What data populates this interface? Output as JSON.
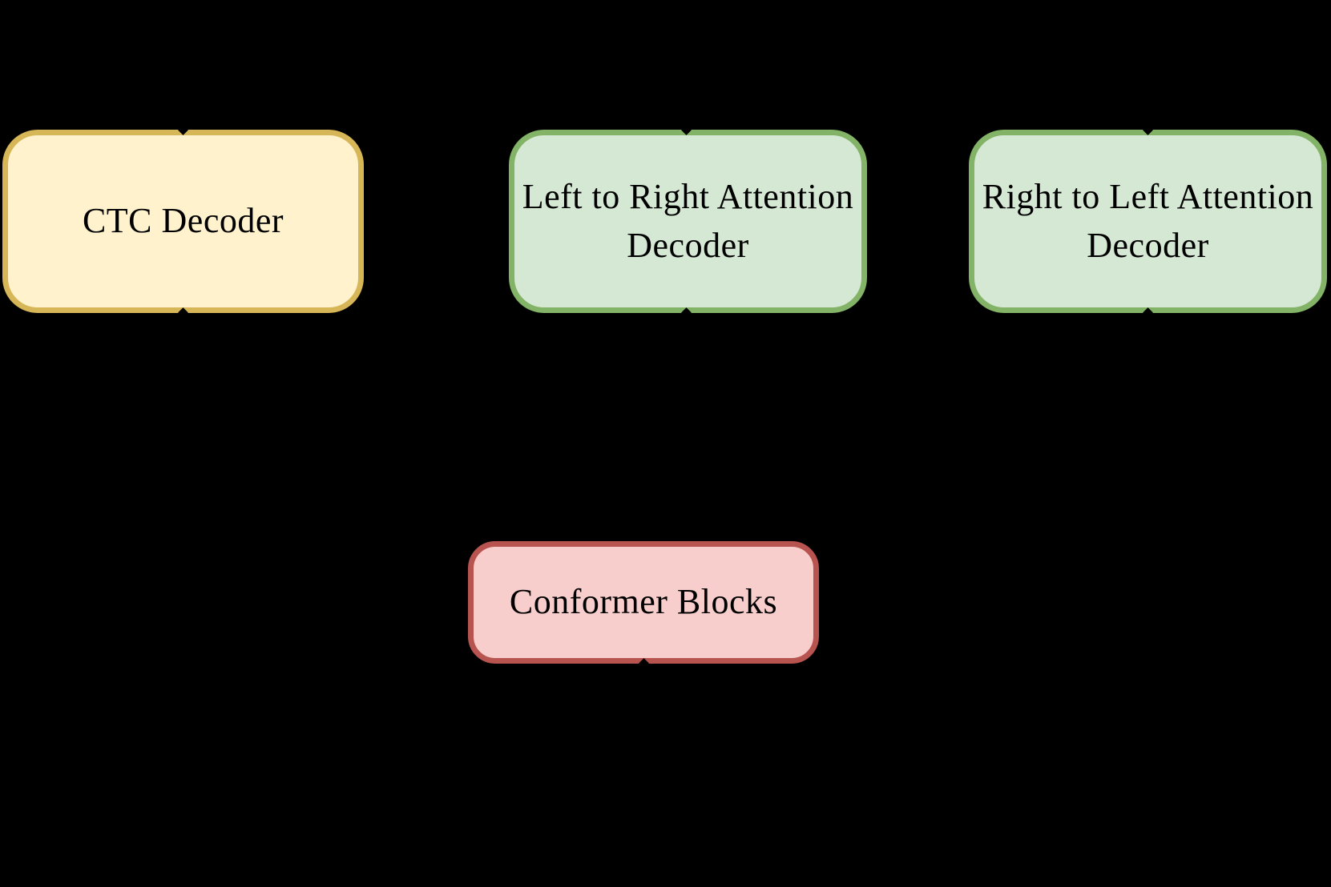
{
  "figure": {
    "type": "architecture-diagram",
    "background_color": "#000000",
    "text_color": "#000000",
    "nodes": [
      {
        "id": "ctc-decoder",
        "label": "CTC Decoder",
        "fill": "#FFF2CC",
        "border": "#D6B656"
      },
      {
        "id": "left-to-right-attention-decoder",
        "label": "Left to Right Attention\nDecoder",
        "fill": "#D5E8D4",
        "border": "#82B366"
      },
      {
        "id": "right-to-left-attention-decoder",
        "label": "Right to Left Attention\nDecoder",
        "fill": "#D5E8D4",
        "border": "#82B366"
      },
      {
        "id": "conformer-blocks",
        "label": "Conformer Blocks",
        "fill": "#F8CECC",
        "border": "#B85450"
      }
    ],
    "connector_color": "#000000"
  }
}
